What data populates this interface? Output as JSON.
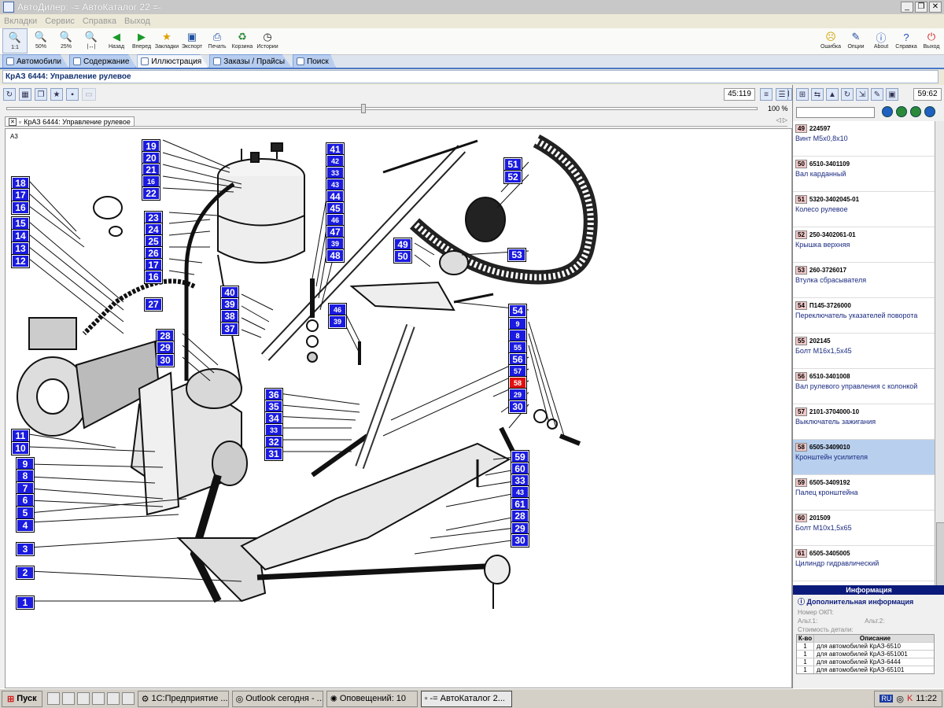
{
  "window": {
    "title": "АвтоДилер: -= АвтоКаталог 22 =-"
  },
  "menu": [
    "Вкладки",
    "Сервис",
    "Справка",
    "Выход"
  ],
  "toolbar": {
    "left": [
      {
        "icon": "zoom-1-1-icon",
        "label": "1:1"
      },
      {
        "icon": "zoom-50-icon",
        "label": "50%"
      },
      {
        "icon": "zoom-25-icon",
        "label": "25%"
      },
      {
        "icon": "zoom-fit-icon",
        "label": "|↔|"
      },
      {
        "icon": "back-icon",
        "label": "Назад"
      },
      {
        "icon": "forward-icon",
        "label": "Вперед"
      },
      {
        "icon": "bookmarks-icon",
        "label": "Закладки"
      },
      {
        "icon": "export-icon",
        "label": "Экспорт"
      },
      {
        "icon": "print-icon",
        "label": "Печать"
      },
      {
        "icon": "cart-icon",
        "label": "Корзина"
      },
      {
        "icon": "history-icon",
        "label": "Истории"
      }
    ],
    "right": [
      {
        "icon": "error-icon",
        "label": "Ошибка"
      },
      {
        "icon": "options-icon",
        "label": "Опции"
      },
      {
        "icon": "about-icon",
        "label": "About"
      },
      {
        "icon": "help-icon",
        "label": "Справка"
      },
      {
        "icon": "exit-icon",
        "label": "Выход"
      }
    ]
  },
  "tabs": [
    {
      "label": "Автомобили"
    },
    {
      "label": "Содержание"
    },
    {
      "label": "Иллюстрация"
    },
    {
      "label": "Заказы / Прайсы"
    },
    {
      "label": "Поиск"
    }
  ],
  "breadcrumb": "КрАЗ 6444: Управление рулевое",
  "illustration": {
    "counter": "45:119",
    "zoom": "100 %",
    "doc_tab": "КрАЗ 6444: Управление рулевое",
    "corner_mark": "A3"
  },
  "callouts": [
    "19",
    "20",
    "21",
    "16",
    "22",
    "23",
    "24",
    "25",
    "26",
    "17",
    "16",
    "27",
    "18",
    "17",
    "16",
    "15",
    "14",
    "13",
    "12",
    "41",
    "42",
    "33",
    "43",
    "44",
    "45",
    "46",
    "47",
    "39",
    "48",
    "49",
    "50",
    "51",
    "52",
    "53",
    "40",
    "39",
    "38",
    "37",
    "28",
    "29",
    "30",
    "46",
    "39",
    "54",
    "9",
    "8",
    "55",
    "56",
    "57",
    "58",
    "29",
    "30",
    "36",
    "35",
    "34",
    "33",
    "32",
    "31",
    "11",
    "10",
    "9",
    "8",
    "7",
    "6",
    "5",
    "4",
    "3",
    "2",
    "1",
    "59",
    "60",
    "33",
    "43",
    "61",
    "28",
    "29",
    "30"
  ],
  "parts": {
    "counter": "59:62",
    "items": [
      {
        "num": "49",
        "code": "224597",
        "desc": "Винт М5х0,8х10"
      },
      {
        "num": "50",
        "code": "6510-3401109",
        "desc": "Вал карданный"
      },
      {
        "num": "51",
        "code": "5320-3402045-01",
        "desc": "Колесо рулевое"
      },
      {
        "num": "52",
        "code": "250-3402061-01",
        "desc": "Крышка верхняя"
      },
      {
        "num": "53",
        "code": "260-3726017",
        "desc": "Втулка сбрасывателя"
      },
      {
        "num": "54",
        "code": "П145-3726000",
        "desc": "Переключатель указателей поворота"
      },
      {
        "num": "55",
        "code": "202145",
        "desc": "Болт М16х1,5х45"
      },
      {
        "num": "56",
        "code": "6510-3401008",
        "desc": "Вал рулевого управления с колонкой"
      },
      {
        "num": "57",
        "code": "2101-3704000-10",
        "desc": "Выключатель зажигания"
      },
      {
        "num": "58",
        "code": "6505-3409010",
        "desc": "Кронштейн усилителя"
      },
      {
        "num": "59",
        "code": "6505-3409192",
        "desc": "Палец кронштейна"
      },
      {
        "num": "60",
        "code": "201509",
        "desc": "Болт М10х1,5х65"
      },
      {
        "num": "61",
        "code": "6505-3405005",
        "desc": "Цилиндр гидравлический"
      }
    ]
  },
  "info": {
    "header": "Информация",
    "sub": "Дополнительная информация",
    "okp": "Номер ОКП:",
    "alt1": "Альт.1:",
    "alt2": "Альт.2:",
    "cost": "Стоимость детали:",
    "col_qty": "К-во",
    "col_desc": "Описание",
    "rows": [
      {
        "qty": "1",
        "desc": "для автомобилей КрАЗ-6510"
      },
      {
        "qty": "1",
        "desc": "для автомобилей КрАЗ-651001"
      },
      {
        "qty": "1",
        "desc": "для автомобилей КрАЗ-6444"
      },
      {
        "qty": "1",
        "desc": "для автомобилей КрАЗ-65101"
      }
    ]
  },
  "taskbar": {
    "start": "Пуск",
    "tasks": [
      "1С:Предприятие ...",
      "Outlook сегодня - ...",
      "Оповещений: 10",
      "-= АвтоКаталог 2..."
    ],
    "lang": "RU",
    "clock": "11:22"
  }
}
